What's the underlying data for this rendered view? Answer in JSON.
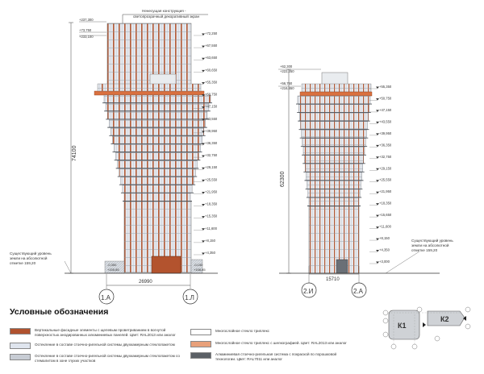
{
  "top_note": {
    "line1": "Ненесущая конструкция -",
    "line2": "светопрозрачный декоративный экран"
  },
  "left_elev": {
    "top_marks": [
      "+237,300",
      "+73,750",
      "+233,100"
    ],
    "levels": [
      "+72,250",
      "+67,550",
      "+63,650",
      "+60,650",
      "+55,350",
      "+50,750",
      "+47,150",
      "+43,550",
      "+39,950",
      "+36,350",
      "+32,750",
      "+29,150",
      "+25,550",
      "+21,950",
      "+18,350",
      "+15,350",
      "+11,600",
      "+8,150",
      "+4,350"
    ],
    "height_dim": "74100",
    "width_dim": "26990",
    "axis_left": "1.А",
    "axis_right": "1.Л",
    "bottom_left_marks": [
      "-0,350",
      "+155,85"
    ],
    "bottom_right_marks": [
      "-0,150",
      "+158,85"
    ],
    "ground_note": [
      "Существующий уровень",
      "земли на абсолютной",
      "отметке 159,20"
    ]
  },
  "right_elev": {
    "top_marks": [
      "+62,300",
      "+222,250"
    ],
    "left_marks": [
      "+56,760",
      "+216,650"
    ],
    "levels": [
      "+55,350",
      "+50,750",
      "+47,150",
      "+43,550",
      "+39,950",
      "+36,350",
      "+32,750",
      "+29,150",
      "+25,550",
      "+21,950",
      "+18,350",
      "+15,650",
      "+11,600",
      "+8,150",
      "+4,350",
      "+3,000"
    ],
    "height_dim": "62300",
    "width_dim": "15710",
    "axis_left": "2.И",
    "axis_right": "2.А",
    "ground_note": [
      "Существующий уровень",
      "земли на абсолютной",
      "отметке 159,20"
    ]
  },
  "legend": {
    "title": "Условные обозначения",
    "items": [
      {
        "color": "#b0522e",
        "text": "Вертикальные фасадные элементы с щелевым проветриванием в вогнутой поверхностью анодированных алюминиевых панелей. Цвет: RAL2013 или аналог"
      },
      {
        "color": "#dfe5ee",
        "text": "Остекление в составе стоечно-ригельной системы двухкамерным стеклопакетом"
      },
      {
        "color": "#c7ccd4",
        "text": "Остекление в составе стоечно-ригельной системы двухкамерным стеклопакетом со стемалитом в зоне глухих участков"
      },
      {
        "color": "#ffffff",
        "text": "Многослойное стекло триплекс"
      },
      {
        "color": "#e8a07a",
        "text": "Многослойное стекло триплекс с шелкографией. Цвет: RAL2013 или аналог"
      },
      {
        "color": "#5b6066",
        "text": "Алюминиевая стоечно-ригельная система с покраской по порошковой технологии. Цвет: RAL7011 или аналог"
      }
    ]
  },
  "key_plan": {
    "block1": "К1",
    "block2": "К2"
  }
}
